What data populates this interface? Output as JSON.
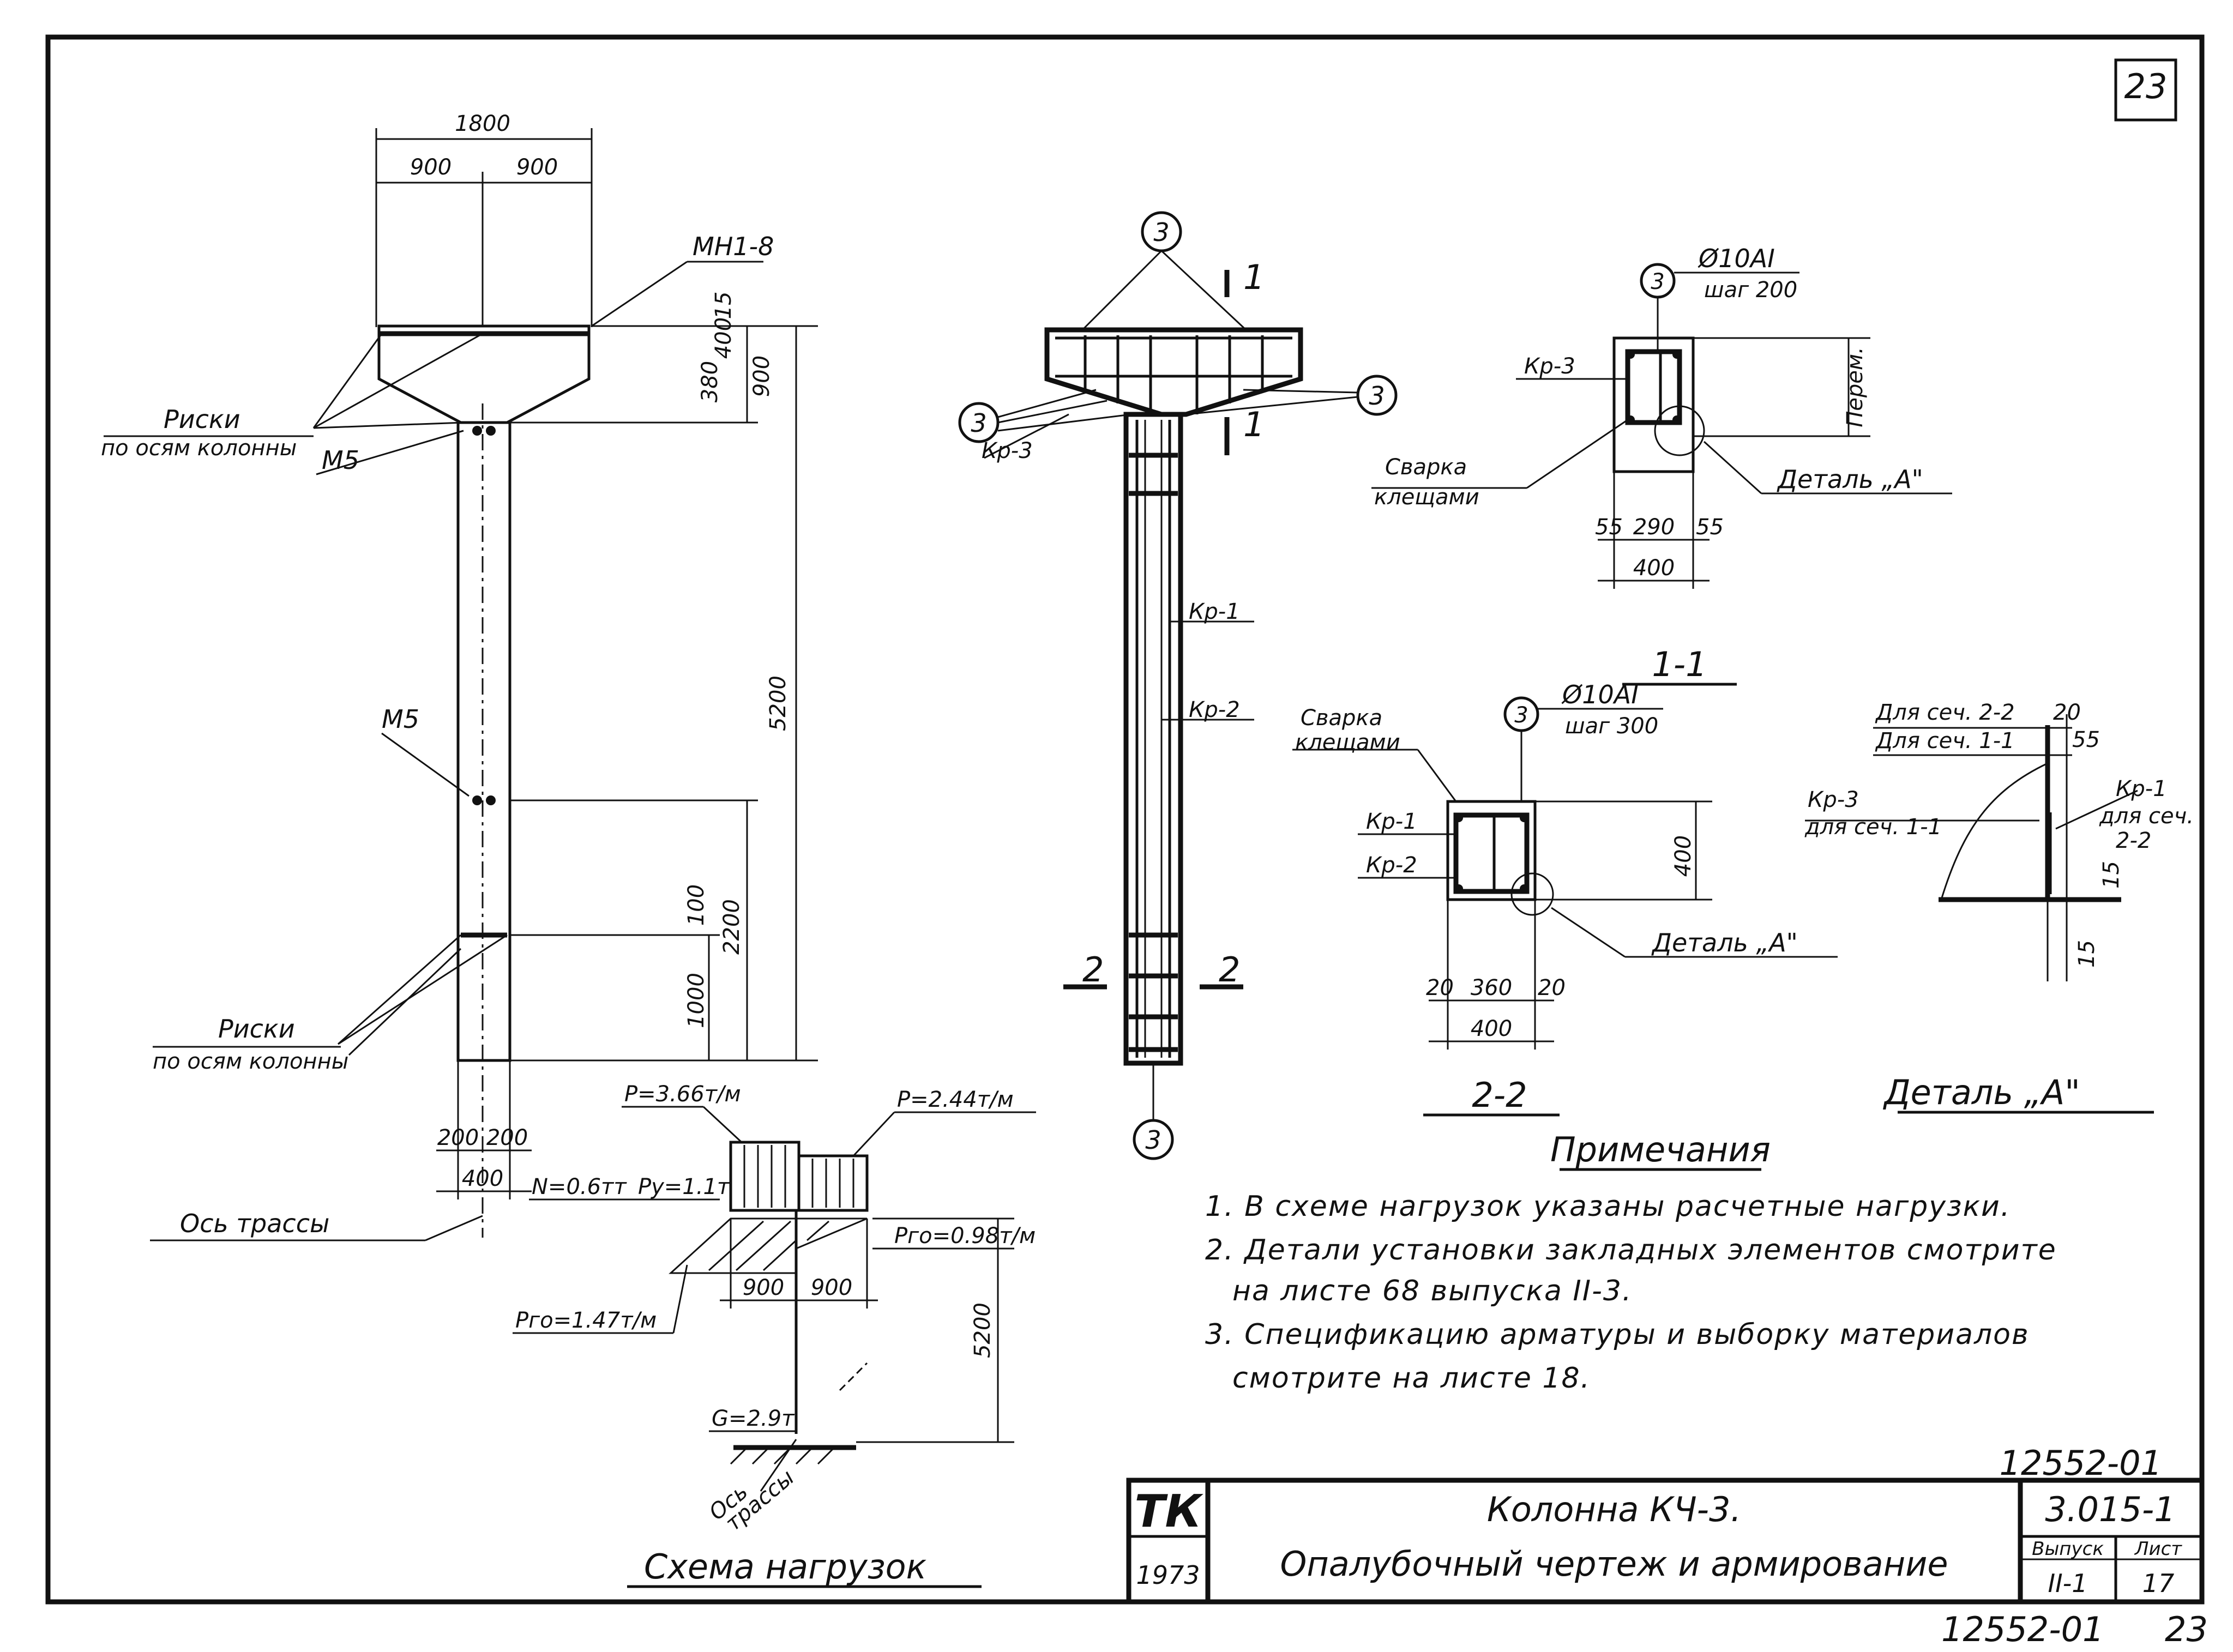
{
  "sheet": {
    "page_number": "23",
    "bottom_code": "12552-01",
    "bottom_page": "23"
  },
  "elevation": {
    "width_total": "1800",
    "width_left": "900",
    "width_right": "900",
    "embed_top": "МН1-8",
    "head_dims": [
      "380",
      "400",
      "15"
    ],
    "head_height": "900",
    "height_total": "5200",
    "lower_upper": "100",
    "lower_total": "2200",
    "lower_bottom": "1000",
    "m5_top": "М5",
    "m5_mid": "М5",
    "marks_top_1": "Риски",
    "marks_top_2": "по осям колонны",
    "marks_bot_1": "Риски",
    "marks_bot_2": "по осям колонны",
    "base_left": "200",
    "base_right": "200",
    "base_total": "400",
    "route_axis": "Ось трассы"
  },
  "section_view": {
    "marker_top": "3",
    "marker_left": "3",
    "marker_right": "3",
    "marker_bottom": "3",
    "cut11_left": "1",
    "cut11_right": "1",
    "cut22_left": "2",
    "cut22_right": "2",
    "kr3": "Кр-3",
    "kr1": "Кр-1",
    "kr2": "Кр-2"
  },
  "section_11": {
    "marker": "3",
    "bar": "Ø10AI",
    "step": "шаг 200",
    "kr3": "Кр-3",
    "weld_1": "Сварка",
    "weld_2": "клещами",
    "side": "Перем.",
    "detail": "Деталь „А\"",
    "dim_left": "55",
    "dim_mid": "290",
    "dim_right": "55",
    "dim_total": "400",
    "title": "1-1"
  },
  "section_22": {
    "marker": "3",
    "bar": "Ø10AI",
    "step": "шаг 300",
    "weld_1": "Сварка",
    "weld_2": "клещами",
    "kr1": "Кр-1",
    "kr2": "Кр-2",
    "height": "400",
    "detail": "Деталь „А\"",
    "dim_left": "20",
    "dim_mid": "360",
    "dim_right": "20",
    "dim_total": "400",
    "title": "2-2"
  },
  "detail_a": {
    "for22": "Для сеч. 2-2",
    "for11": "Для сеч. 1-1",
    "d20": "20",
    "d55": "55",
    "kr3_1": "Кр-3",
    "kr3_2": "для сеч. 1-1",
    "kr1_1": "Кр-1",
    "kr1_2": "для сеч.",
    "kr1_3": "2-2",
    "d15a": "15",
    "d15b": "15",
    "title": "Деталь „А\""
  },
  "loads": {
    "p_left": "P=3.66т/м",
    "p_right": "P=2.44т/м",
    "n": "N=0.6тт",
    "py": "Py=1.1т",
    "pgo_left": "Pгo=1.47т/м",
    "pgo_right": "Pгo=0.98т/м",
    "w_left": "900",
    "w_right": "900",
    "height": "5200",
    "g": "G=2.9т",
    "axis_1": "Ось",
    "axis_2": "трассы",
    "title": "Схема нагрузок"
  },
  "notes": {
    "heading": "Примечания",
    "lines": [
      "1. В схеме нагрузок указаны расчетные нагрузки.",
      "2. Детали установки закладных элементов смотрите",
      "на листе 68 выпуска II-3.",
      "3. Спецификацию арматуры и выборку материалов",
      "смотрите на листе 18."
    ]
  },
  "title_block": {
    "archive_no": "12552-01",
    "logo": "ТК",
    "year": "1973",
    "title_1": "Колонна КЧ-3.",
    "title_2": "Опалубочный чертеж и армирование",
    "series": "3.015-1",
    "issue_label": "Выпуск",
    "issue": "II-1",
    "sheet_label": "Лист",
    "sheet": "17"
  }
}
